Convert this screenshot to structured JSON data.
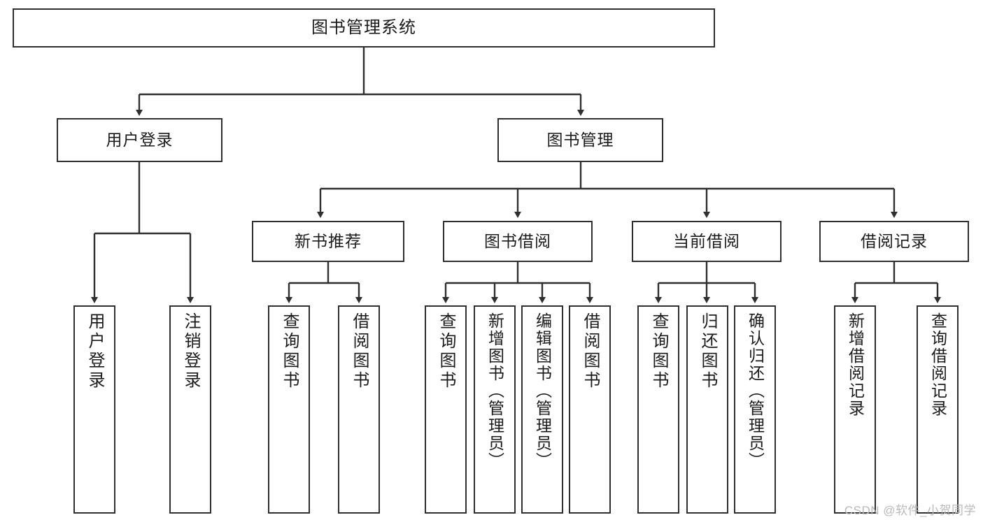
{
  "diagram": {
    "title": "图书管理系统",
    "type": "hierarchy-tree",
    "watermark": "CSDN @软件_小贺同学",
    "colors": {
      "stroke": "#2f2f2f",
      "fill": "#ffffff",
      "text": "#1b1b1b",
      "watermark": "#b9b9b9"
    },
    "levels": {
      "root": {
        "label": "图书管理系统"
      },
      "level2": [
        {
          "label": "用户登录"
        },
        {
          "label": "图书管理"
        }
      ],
      "level3": [
        {
          "label": "新书推荐"
        },
        {
          "label": "图书借阅"
        },
        {
          "label": "当前借阅"
        },
        {
          "label": "借阅记录"
        }
      ],
      "leaves": {
        "user_login": [
          {
            "label": "用户登录"
          },
          {
            "label": "注销登录"
          }
        ],
        "new_book_recommend": [
          {
            "label": "查询图书"
          },
          {
            "label": "借阅图书"
          }
        ],
        "book_borrow": [
          {
            "label": "查询图书"
          },
          {
            "label": "新增图书（管理员）"
          },
          {
            "label": "编辑图书（管理员）"
          },
          {
            "label": "借阅图书"
          }
        ],
        "current_borrow": [
          {
            "label": "查询图书"
          },
          {
            "label": "归还图书"
          },
          {
            "label": "确认归还（管理员）"
          }
        ],
        "borrow_record": [
          {
            "label": "新增借阅记录"
          },
          {
            "label": "查询借阅记录"
          }
        ]
      }
    }
  }
}
